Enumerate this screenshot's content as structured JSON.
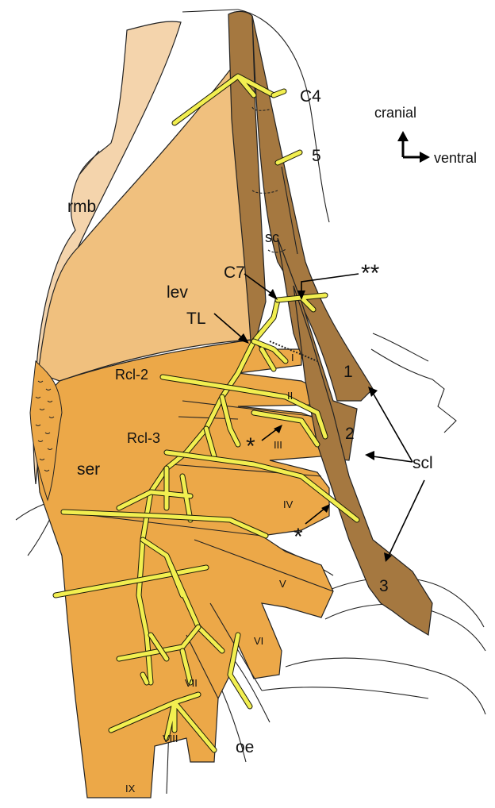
{
  "colors": {
    "rhomboid": "#f4d4ac",
    "levator": "#f0c07e",
    "serratus": "#eca848",
    "scalene": "#a57840",
    "nerve": "#f2ef50",
    "outline": "#222222"
  },
  "labels": {
    "c4": "C4",
    "c5": "5",
    "c7": "C7",
    "sc": "sc",
    "rmb": "rmb",
    "lev": "lev",
    "tl": "TL",
    "double_star": "**",
    "rcl2": "Rcl-2",
    "rcl3": "Rcl-3",
    "ser": "ser",
    "star1": "*",
    "star2": "*",
    "scl": "scl",
    "oe": "oe",
    "rib1": "1",
    "rib2": "2",
    "rib3": "3",
    "dig_1": "I",
    "dig_2": "II",
    "dig_3": "III",
    "dig_4": "IV",
    "dig_5": "V",
    "dig_6": "VI",
    "dig_7": "VII",
    "dig_8": "VIII",
    "dig_9": "IX"
  },
  "orientation": {
    "cranial": "cranial",
    "ventral": "ventral"
  }
}
